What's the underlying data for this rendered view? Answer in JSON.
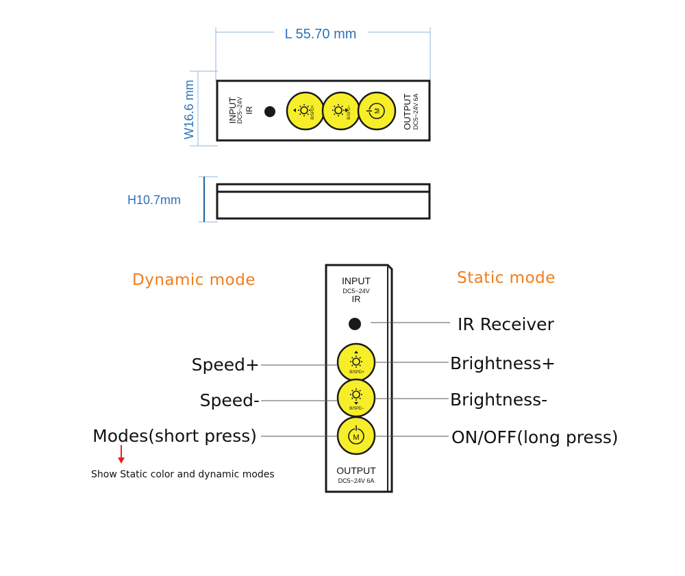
{
  "dimensions": {
    "length": "L 55.70 mm",
    "width": "W16.6 mm",
    "height": "H10.7mm"
  },
  "device": {
    "input": "INPUT",
    "input_voltage": "DC5~24V",
    "ir": "IR",
    "output": "OUTPUT",
    "output_spec": "DC5~24V 6A",
    "btn_up_text": "B/SPD+",
    "btn_down_text": "B/SPD−",
    "btn_mode_text": "M"
  },
  "modes": {
    "dynamic": "Dynamic mode",
    "static": "Static mode"
  },
  "labels": {
    "ir_receiver": "IR Receiver",
    "speed_plus": "Speed+",
    "speed_minus": "Speed-",
    "modes_short": "Modes(short press)",
    "brightness_plus": "Brightness+",
    "brightness_minus": "Brightness-",
    "on_off": "ON/OFF(long press)",
    "note": "Show Static color and dynamic modes"
  },
  "colors": {
    "dimension": "#2a73b8",
    "mode_title": "#f07d1a",
    "button_fill": "#f7ee2a",
    "arrow": "#e02020"
  }
}
